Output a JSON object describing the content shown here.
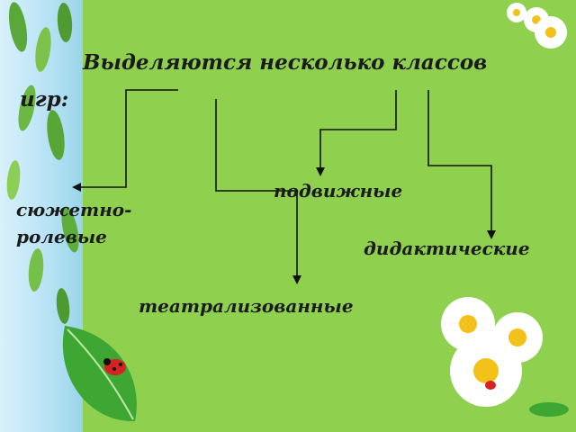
{
  "slide": {
    "title_line1": "Выделяются несколько классов",
    "title_line2": "игр:",
    "categories": {
      "syuzhetno": "сюжетно-",
      "rolevye": "ролевые",
      "podvizhnye": "подвижные",
      "didakticheskie": "дидактические",
      "teatralizovannye": "театрализованные"
    }
  },
  "colors": {
    "background": "#8fd14f",
    "text": "#1b1b1b",
    "lines": "#111111"
  },
  "decorations": [
    "leaf-strip",
    "daisy-flower",
    "ladybug-icon",
    "green-leaf"
  ]
}
